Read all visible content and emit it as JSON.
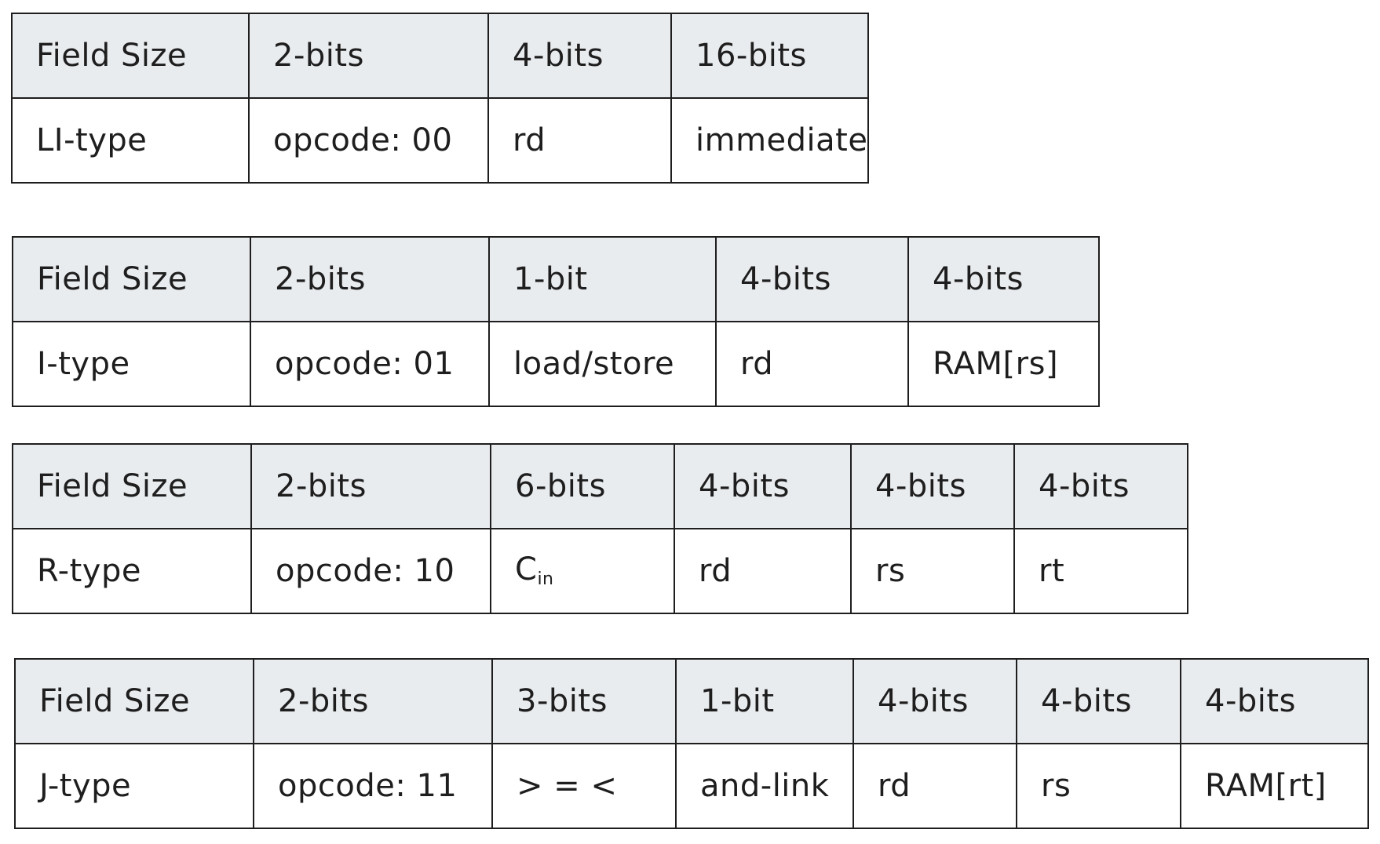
{
  "tables": {
    "li": {
      "header": [
        "Field Size",
        "2-bits",
        "4-bits",
        "16-bits"
      ],
      "values": [
        "LI-type",
        "opcode: 00",
        "rd",
        "immediate"
      ]
    },
    "i": {
      "header": [
        "Field Size",
        "2-bits",
        "1-bit",
        "4-bits",
        "4-bits"
      ],
      "values": [
        "I-type",
        "opcode: 01",
        "load/store",
        "rd",
        "RAM[rs]"
      ]
    },
    "r": {
      "header": [
        "Field Size",
        "2-bits",
        "6-bits",
        "4-bits",
        "4-bits",
        "4-bits"
      ],
      "values": [
        "R-type",
        "opcode: 10",
        "C",
        "rd",
        "rs",
        "rt"
      ],
      "cin_subscript": "in"
    },
    "j": {
      "header": [
        "Field Size",
        "2-bits",
        "3-bits",
        "1-bit",
        "4-bits",
        "4-bits",
        "4-bits"
      ],
      "values": [
        "J-type",
        "opcode: 11",
        "> = <",
        "and-link",
        "rd",
        "rs",
        "RAM[rt]"
      ]
    }
  }
}
